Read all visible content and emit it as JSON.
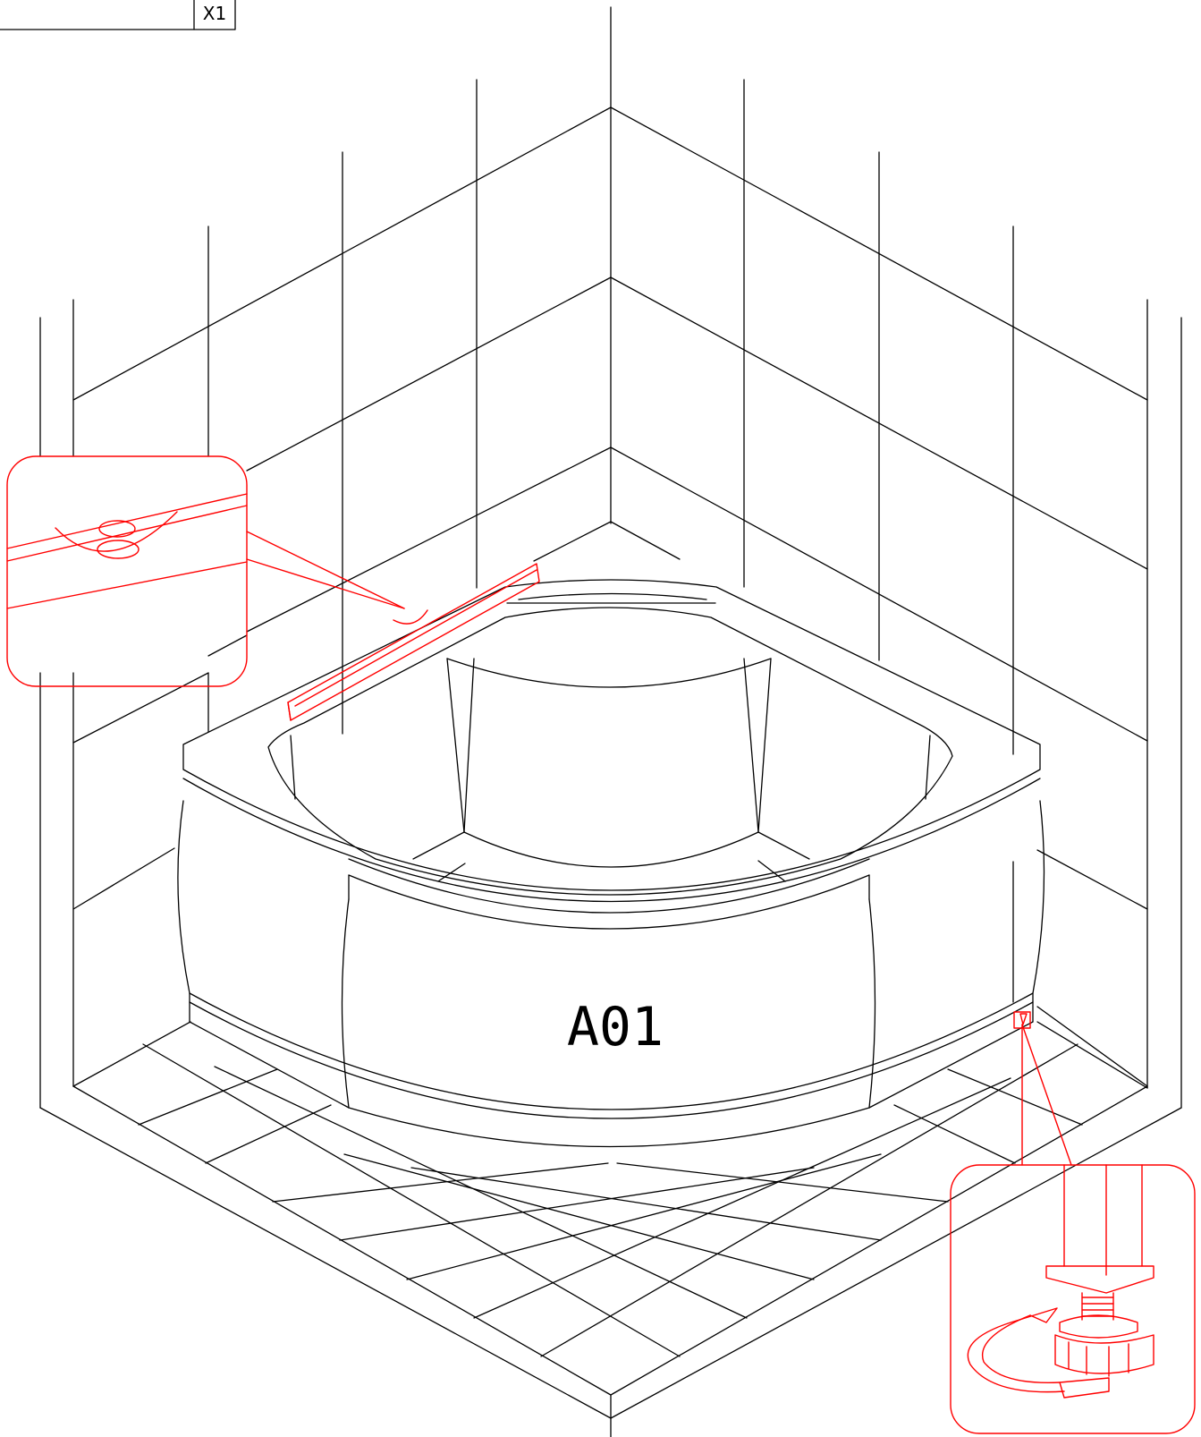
{
  "quantity_box": {
    "label": "X1"
  },
  "part_label": "A01",
  "colors": {
    "line": "#000000",
    "detail": "#ff0000",
    "background": "#ffffff"
  },
  "callouts": [
    {
      "name": "level-on-rim",
      "icon": "spirit-level-icon"
    },
    {
      "name": "adjustable-foot",
      "icon": "adjustable-foot-icon"
    }
  ]
}
